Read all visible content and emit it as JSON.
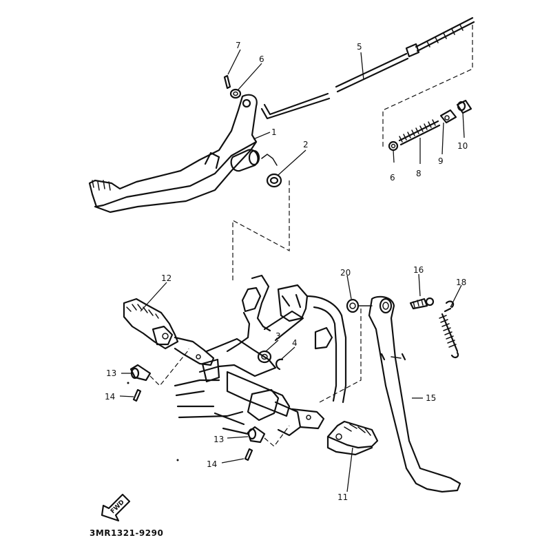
{
  "callouts": {
    "c1": "1",
    "c2": "2",
    "c3": "3",
    "c4": "4",
    "c5": "5",
    "c6a": "6",
    "c6b": "6",
    "c7": "7",
    "c8": "8",
    "c9": "9",
    "c10": "10",
    "c11": "11",
    "c12": "12",
    "c13a": "13",
    "c13b": "13",
    "c14a": "14",
    "c14b": "14",
    "c15": "15",
    "c16": "16",
    "c18": "18",
    "c20": "20"
  },
  "fwd_marker": "FWD",
  "diagram_code": "3MR1321-9290"
}
